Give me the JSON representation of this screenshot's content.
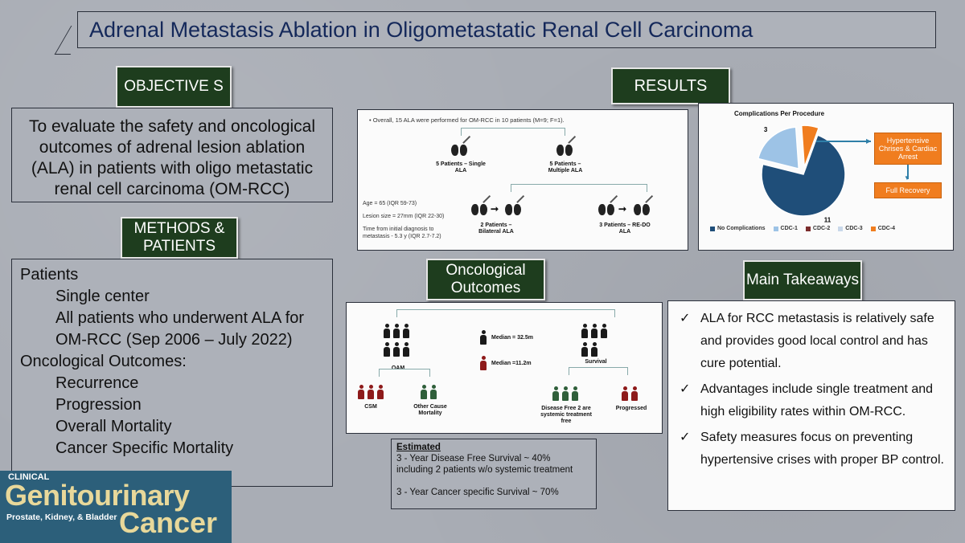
{
  "title": "Adrenal Metastasis Ablation in Oligometastatic Renal Cell Carcinoma",
  "objective": {
    "label": "OBJECTIVE S",
    "text": "To evaluate the safety and oncological outcomes of adrenal lesion ablation (ALA) in patients with oligo metastatic renal cell carcinoma (OM-RCC)"
  },
  "methods": {
    "label": "METHODS & PATIENTS",
    "patients_heading": "Patients",
    "patients_items": [
      "Single center",
      "All patients who underwent ALA for OM-RCC (Sep 2006 – July 2022)"
    ],
    "outcomes_heading": "Oncological Outcomes:",
    "outcomes_items": [
      "Recurrence",
      "Progression",
      "Overall Mortality",
      "Cancer Specific Mortality"
    ]
  },
  "results": {
    "label": "RESULTS",
    "overall": "Overall, 15 ALA were performed for OM-RCC in 10 patients (M=9; F=1).",
    "single": "5 Patients – Single ALA",
    "multiple": "5 Patients – Multiple ALA",
    "bilateral": "2 Patients – Bilateral ALA",
    "redo": "3 Patients – RE-DO ALA",
    "age": "Age = 65 (IQR 59-73)",
    "lesion": "Lesion size = 27mm (IQR 22-30)",
    "time": "Time from initial diagnosis to metastasis - 5.3 y (IQR 2.7-7.2)"
  },
  "chart_data": {
    "type": "pie",
    "title": "Complications Per Procedure",
    "categories": [
      "No Complications",
      "CDC-1",
      "CDC-2",
      "CDC-3",
      "CDC-4"
    ],
    "values": [
      11,
      3,
      0,
      0,
      1
    ],
    "colors": [
      "#1f4e79",
      "#9dc3e6",
      "#7b2c2c",
      "#c9d8ea",
      "#f07d1f"
    ],
    "legend": "bottom"
  },
  "complications_flow": {
    "box1": "Hypertensive Chrises & Cardiac Arrest",
    "box2": "Full Recovery"
  },
  "oncological": {
    "label": "Oncological Outcomes",
    "oam": "OAM",
    "survival": "Survival",
    "median1": "Median = 32.5m",
    "median2": "Median =11.2m",
    "csm": "CSM",
    "other": "Other Cause Mortality",
    "disease_free": "Disease Free 2 are systemic treatment free",
    "progressed": "Progressed"
  },
  "estimated": {
    "heading": "Estimated",
    "line1": "3 - Year Disease Free Survival ~ 40%",
    "line2": "including 2 patients w/o systemic treatment",
    "line3": "3 - Year Cancer specific Survival ~ 70%"
  },
  "takeaways": {
    "label": "Main Takeaways",
    "items": [
      "ALA for RCC metastasis is relatively safe and provides good local control and has cure potential.",
      "Advantages include single treatment and high eligibility rates within OM-RCC.",
      "Safety measures focus on preventing hypertensive crises with proper BP control."
    ]
  },
  "logo": {
    "small": "CLINICAL",
    "big1": "Genitourinary",
    "sub": "Prostate, Kidney, & Bladder",
    "big2": "Cancer"
  }
}
